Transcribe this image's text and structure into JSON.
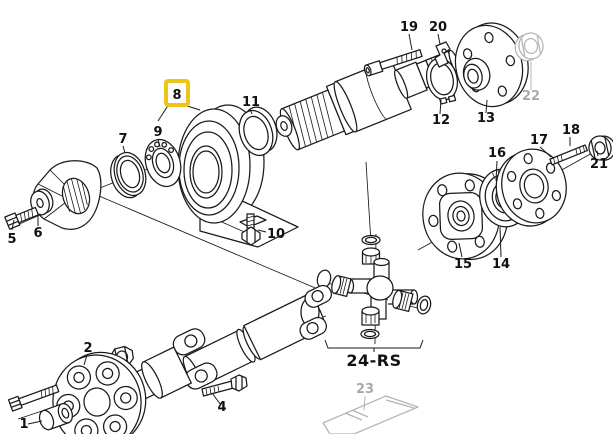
{
  "diagram": {
    "type": "exploded-parts-diagram",
    "subject": "drive shaft with centre support bearing, flanges, universal joint",
    "colors": {
      "background": "#ffffff",
      "line": "#1a1a1a",
      "muted": "#a9a9a9",
      "highlight_border": "#F0C419",
      "highlight_fill": "#ffffff",
      "highlight_text": "#111111"
    },
    "highlight": {
      "label": "8"
    },
    "callouts": [
      {
        "text": "1",
        "muted": false
      },
      {
        "text": "2",
        "muted": false
      },
      {
        "text": "4",
        "muted": false
      },
      {
        "text": "5",
        "muted": false
      },
      {
        "text": "6",
        "muted": false
      },
      {
        "text": "7",
        "muted": false
      },
      {
        "text": "9",
        "muted": false
      },
      {
        "text": "10",
        "muted": false
      },
      {
        "text": "11",
        "muted": false
      },
      {
        "text": "12",
        "muted": false
      },
      {
        "text": "13",
        "muted": false
      },
      {
        "text": "14",
        "muted": false
      },
      {
        "text": "15",
        "muted": false
      },
      {
        "text": "16",
        "muted": false
      },
      {
        "text": "17",
        "muted": false
      },
      {
        "text": "18",
        "muted": false
      },
      {
        "text": "19",
        "muted": false
      },
      {
        "text": "20",
        "muted": false
      },
      {
        "text": "21",
        "muted": false
      },
      {
        "text": "22",
        "muted": true
      },
      {
        "text": "23",
        "muted": true
      },
      {
        "text": "24-RS",
        "muted": false
      }
    ]
  }
}
